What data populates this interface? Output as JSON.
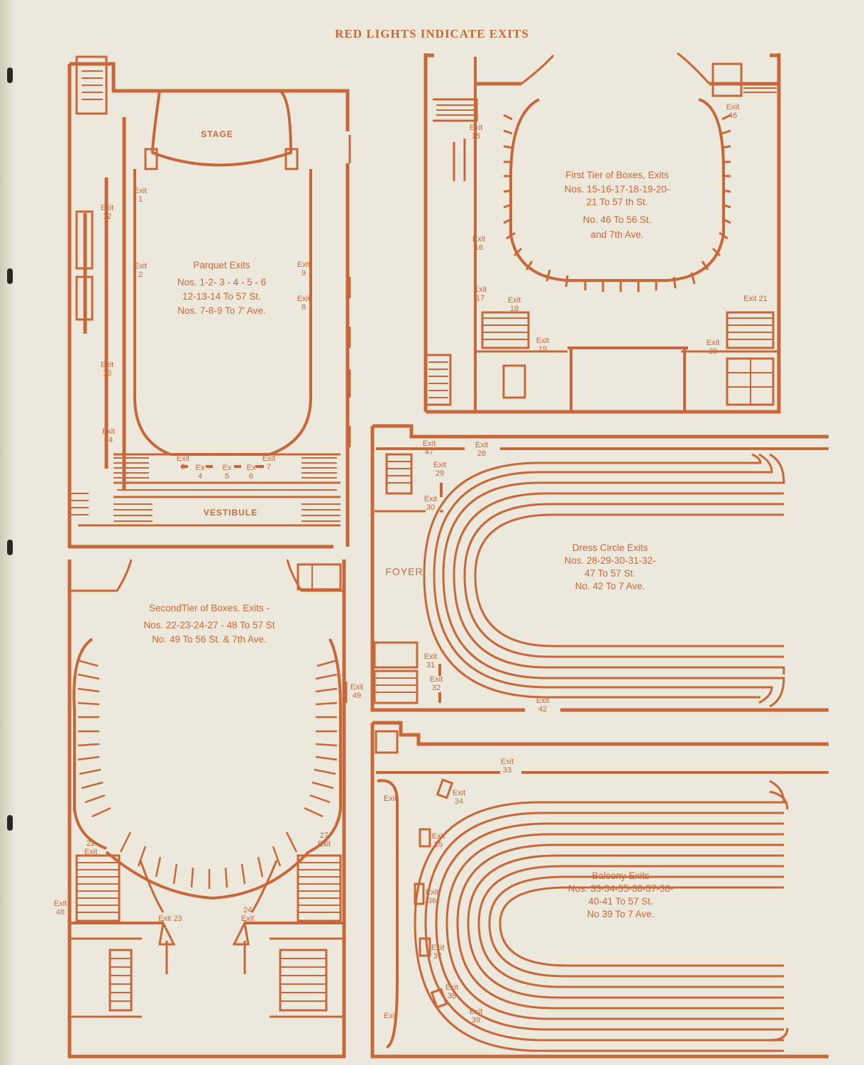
{
  "heading": "RED LIGHTS INDICATE EXITS",
  "colors": {
    "ink": "#c8683a",
    "paper": "#ece8db"
  },
  "plans": {
    "parquet": {
      "title": "Parquet Exits",
      "lines": [
        "Nos. 1-2- 3 - 4 - 5 - 6",
        "12-13-14 To 57 St.",
        "Nos. 7-8-9 To 7' Ave."
      ],
      "rooms": {
        "stage": "STAGE",
        "vestibule": "VESTIBULE"
      },
      "exits": {
        "e1": "Exit\n1",
        "e2": "Exit\n2",
        "e3": "Exit\n3",
        "e4": "Ex\n4",
        "e5": "Ex\n5",
        "e6": "Ex\n6",
        "e7": "Exit\n7",
        "e8": "Exit\n8",
        "e9": "Exit\n9",
        "e12": "Exit\n12",
        "e13": "Exit\n13",
        "e14": "Exit\n14"
      }
    },
    "first_tier": {
      "title": "First Tier of Boxes, Exits",
      "lines": [
        "Nos. 15-16-17-18-19-20-",
        "21 To 57 th St.",
        "No. 46 To 56 St.",
        "and 7th Ave."
      ],
      "exits": {
        "e15": "Exit\n15",
        "e16": "Exit\n16",
        "e17": "Exit\n17",
        "e18": "Exit\n18",
        "e19": "Exit\n19",
        "e20": "Exit\n20",
        "e21": "Exit 21",
        "e46": "Exit\n46"
      }
    },
    "second_tier": {
      "title": "SecondTier of Boxes. Exits -",
      "lines": [
        "Nos. 22-23-24-27 - 48 To 57 St",
        "No. 49 To 56 St. & 7th Ave."
      ],
      "exits": {
        "e22": "22\nExit",
        "e23": "Exit 23",
        "e24": "24\nExit",
        "e27": "27\nExit",
        "e48": "Exit\n48",
        "e49": "Exit\n49"
      }
    },
    "dress_circle": {
      "title": "Dress Circle Exits",
      "lines": [
        "Nos. 28-29-30-31-32-",
        "47 To 57 St.",
        "No. 42 To 7 Ave."
      ],
      "rooms": {
        "foyer": "FOYER"
      },
      "exits": {
        "e28": "Exit\n28",
        "e29": "Exit\n29",
        "e30": "Exit\n30",
        "e31": "Exit\n31",
        "e32": "Exit\n32",
        "e42": "Exit\n42",
        "e47": "Exit\n47"
      }
    },
    "balcony": {
      "title": "Balcony Exits",
      "lines": [
        "Nos. 33-34-35-36-37-38-",
        "40-41 To 57 St.",
        "No 39 To 7 Ave."
      ],
      "exits": {
        "e33": "Exit\n33",
        "e34": "Exit\n34",
        "e35": "Exit\n35",
        "e36": "Exit\n36",
        "e37": "Exit\n37",
        "e38": "Exit\n38",
        "e39": "Exit\n39",
        "top": "Exit",
        "bottom": "Exit"
      }
    }
  }
}
